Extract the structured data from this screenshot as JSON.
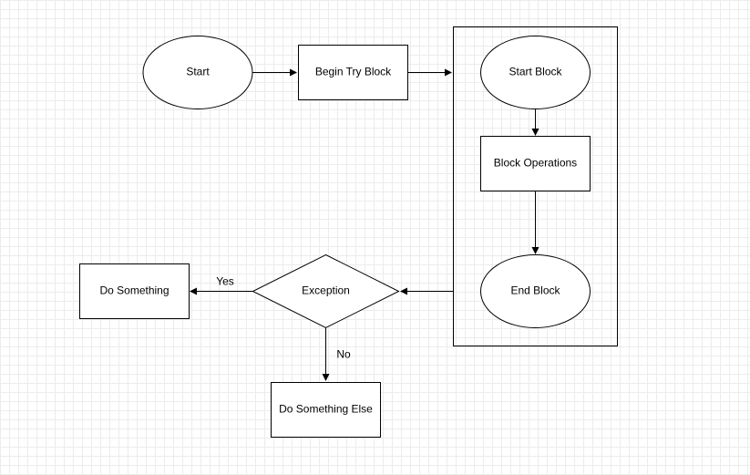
{
  "colors": {
    "stroke": "#000000",
    "fill": "#ffffff",
    "grid": "#ececec"
  },
  "diagram": {
    "nodes": {
      "start": {
        "label": "Start",
        "shape": "ellipse"
      },
      "begin_try": {
        "label": "Begin Try Block",
        "shape": "rectangle"
      },
      "start_block": {
        "label": "Start Block",
        "shape": "ellipse"
      },
      "block_ops": {
        "label": "Block Operations",
        "shape": "rectangle"
      },
      "end_block": {
        "label": "End Block",
        "shape": "ellipse"
      },
      "exception": {
        "label": "Exception",
        "shape": "diamond"
      },
      "do_something": {
        "label": "Do Something",
        "shape": "rectangle"
      },
      "do_something_else": {
        "label": "Do Something Else",
        "shape": "rectangle"
      }
    },
    "container": {
      "contains": [
        "start_block",
        "block_ops",
        "end_block"
      ]
    },
    "edges": [
      {
        "from": "start",
        "to": "begin_try",
        "label": ""
      },
      {
        "from": "begin_try",
        "to": "try_container",
        "label": ""
      },
      {
        "from": "start_block",
        "to": "block_ops",
        "label": ""
      },
      {
        "from": "block_ops",
        "to": "end_block",
        "label": ""
      },
      {
        "from": "try_container",
        "to": "exception",
        "label": ""
      },
      {
        "from": "exception",
        "to": "do_something",
        "label": "Yes"
      },
      {
        "from": "exception",
        "to": "do_something_else",
        "label": "No"
      }
    ],
    "edge_labels": {
      "yes": "Yes",
      "no": "No"
    }
  }
}
